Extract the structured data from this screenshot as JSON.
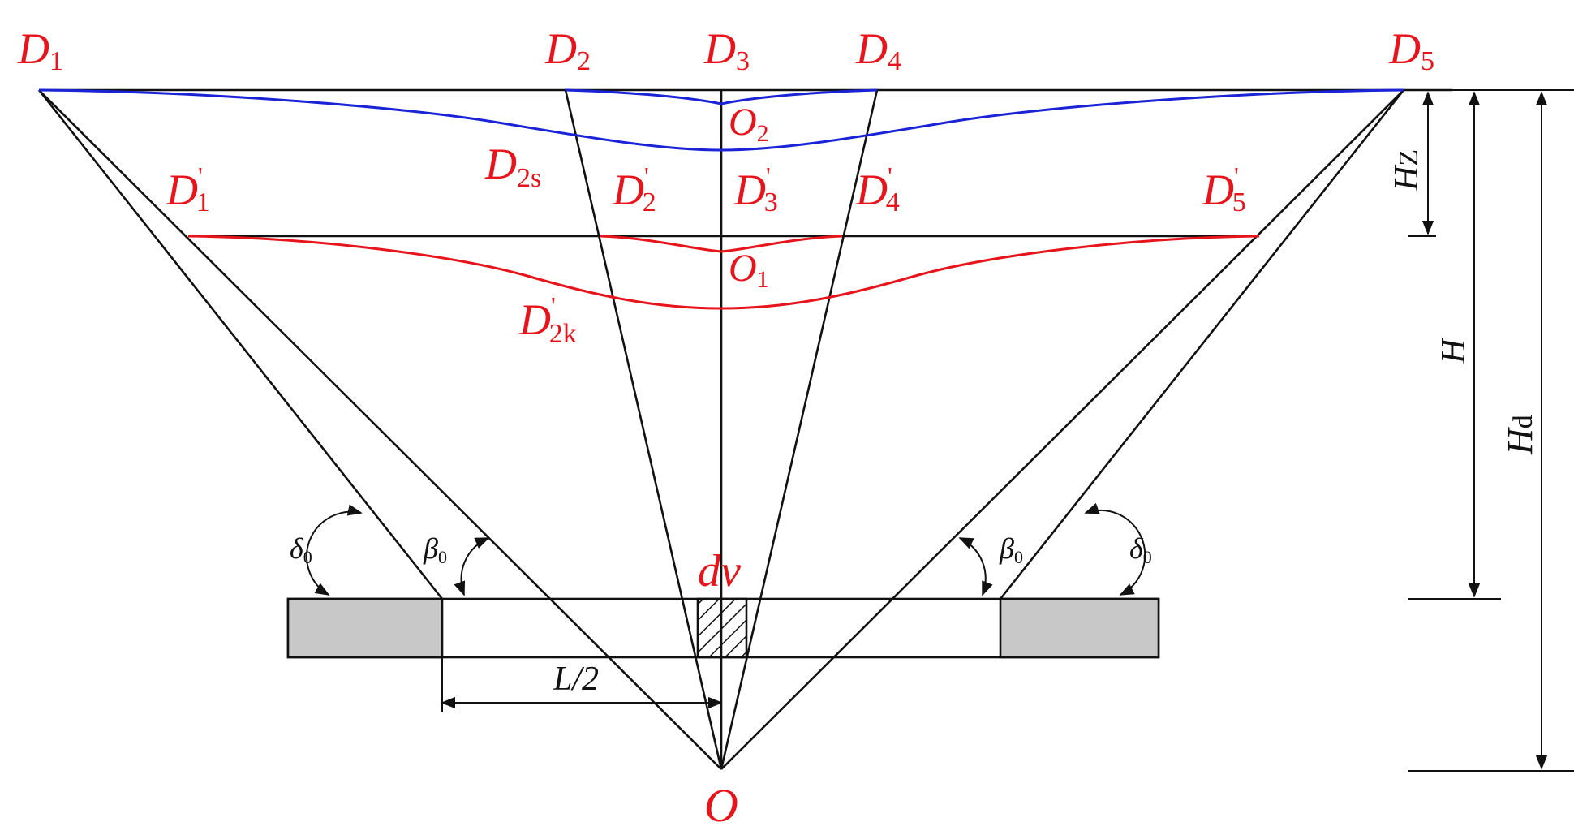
{
  "surface_points": {
    "d1": {
      "main": "D",
      "sub": "1"
    },
    "d2": {
      "main": "D",
      "sub": "2"
    },
    "d3": {
      "main": "D",
      "sub": "3"
    },
    "d4": {
      "main": "D",
      "sub": "4"
    },
    "d5": {
      "main": "D",
      "sub": "5"
    }
  },
  "inner_points": {
    "d1p": {
      "main": "D",
      "sup": "'",
      "sub": "1"
    },
    "d2p": {
      "main": "D",
      "sup": "'",
      "sub": "2"
    },
    "d3p": {
      "main": "D",
      "sup": "'",
      "sub": "3"
    },
    "d4p": {
      "main": "D",
      "sup": "'",
      "sub": "4"
    },
    "d5p": {
      "main": "D",
      "sup": "'",
      "sub": "5"
    }
  },
  "curve_labels": {
    "o2": {
      "main": "O",
      "sub": "2"
    },
    "o1": {
      "main": "O",
      "sub": "1"
    },
    "d2s": {
      "main": "D",
      "sub": "2s"
    },
    "d2k": {
      "main": "D",
      "sup": "'",
      "sub": "2k"
    }
  },
  "element_label": {
    "text": "dv"
  },
  "origin_label": {
    "text": "O"
  },
  "angles": {
    "delta": {
      "main": "δ",
      "sub": "0"
    },
    "beta": {
      "main": "β",
      "sub": "0"
    }
  },
  "dimensions": {
    "half_length": "L/2",
    "hz": {
      "main": "H",
      "sub": "Z"
    },
    "h": "H",
    "hd": {
      "main": "H",
      "sub": "d"
    }
  },
  "colors": {
    "label_red": "#e8141b",
    "curve_blue": "#1a24d6",
    "line_black": "#111111",
    "pillar_gray": "#c8c8c8"
  }
}
